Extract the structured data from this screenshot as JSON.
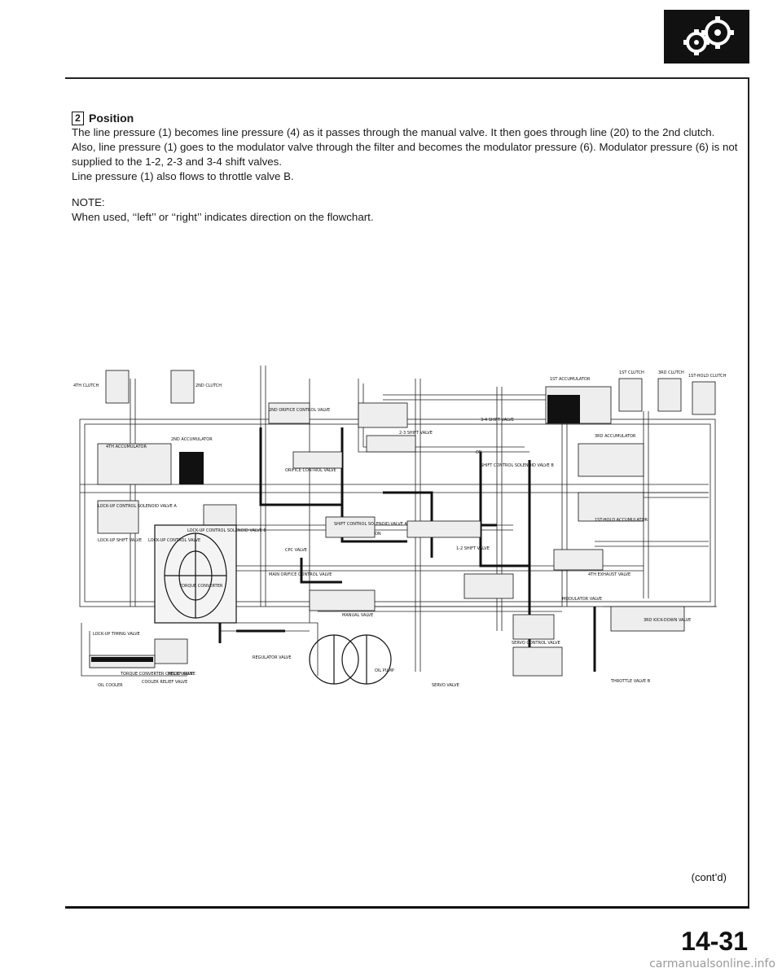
{
  "header": {
    "logo_icon": "transmission-gear-icon"
  },
  "section": {
    "position_number": "2",
    "position_title": "Position",
    "paragraph_1": "The line pressure (1) becomes line pressure (4) as it passes through the manual valve. It then goes through line (20) to the 2nd clutch. Also, line pressure (1) goes to the modulator valve through the filter and becomes the modulator pressure (6). Modulator pressure (6) is not supplied to the 1-2, 2-3 and 3-4 shift valves.",
    "paragraph_2": "Line pressure (1) also flows to throttle valve B.",
    "note_label": "NOTE:",
    "note_text": "When used, ‘‘left’’ or ‘‘right’’ indicates direction on the flowchart."
  },
  "diagram": {
    "labels": {
      "clutch_4th": "4TH CLUTCH",
      "clutch_2nd": "2ND CLUTCH",
      "accum_1st": "1ST ACCUMULATOR",
      "clutch_1st": "1ST CLUTCH",
      "clutch_3rd": "3RD CLUTCH",
      "hold_clutch_1st": "1ST-HOLD CLUTCH",
      "orifice_2nd": "2ND ORIFICE CONTROL VALVE",
      "shift_34": "3-4 SHIFT VALVE",
      "accum_2nd": "2ND ACCUMULATOR",
      "accum_4th": "4TH ACCUMULATOR",
      "shift_23": "2-3 SHIFT VALVE",
      "accum_3rd": "3RD ACCUMULATOR",
      "orifice_control": "ORIFICE CONTROL VALVE",
      "shift_sol_b": "SHIFT CONTROL SOLENOID VALVE B",
      "on_b": "ON",
      "lockup_sol_a": "LOCK-UP CONTROL SOLENOID VALVE A",
      "lockup_sol_b": "LOCK-UP CONTROL SOLENOID VALVE B",
      "shift_sol_a": "SHIFT CONTROL SOLENOID VALVE A",
      "on_a": "ON",
      "hold_accum_1st": "1ST-HOLD ACCUMULATOR",
      "lockup_shift": "LOCK-UP SHIFT VALVE",
      "lockup_control": "LOCK-UP CONTROL VALVE",
      "cpc_valve": "CPC VALVE",
      "shift_12": "1-2 SHIFT VALVE",
      "exhaust_4th": "4TH EXHAUST VALVE",
      "main_orifice": "MAIN ORIFICE CONTROL VALVE",
      "torque_converter": "TORQUE CONVERTER",
      "manual_valve": "MANUAL VALVE",
      "modulator_valve": "MODULATOR VALVE",
      "kickdown_3rd": "3RD KICK-DOWN VALVE",
      "lockup_timing": "LOCK-UP TIMING VALVE",
      "servo_control": "SERVO CONTROL VALVE",
      "regulator": "REGULATOR VALVE",
      "throttle_b": "THROTTLE VALVE B",
      "tc_check": "TORQUE CONVERTER CHECK VALVE",
      "relief_valve": "RELIEF VALVE",
      "oil_pump": "OIL PUMP",
      "cooler_relief": "COOLER RELIEF VALVE",
      "oil_cooler": "OIL COOLER",
      "servo_valve": "SERVO VALVE"
    }
  },
  "footer": {
    "contd": "(cont’d)",
    "page_number": "14-31",
    "watermark": "carmanualsonline.info"
  }
}
